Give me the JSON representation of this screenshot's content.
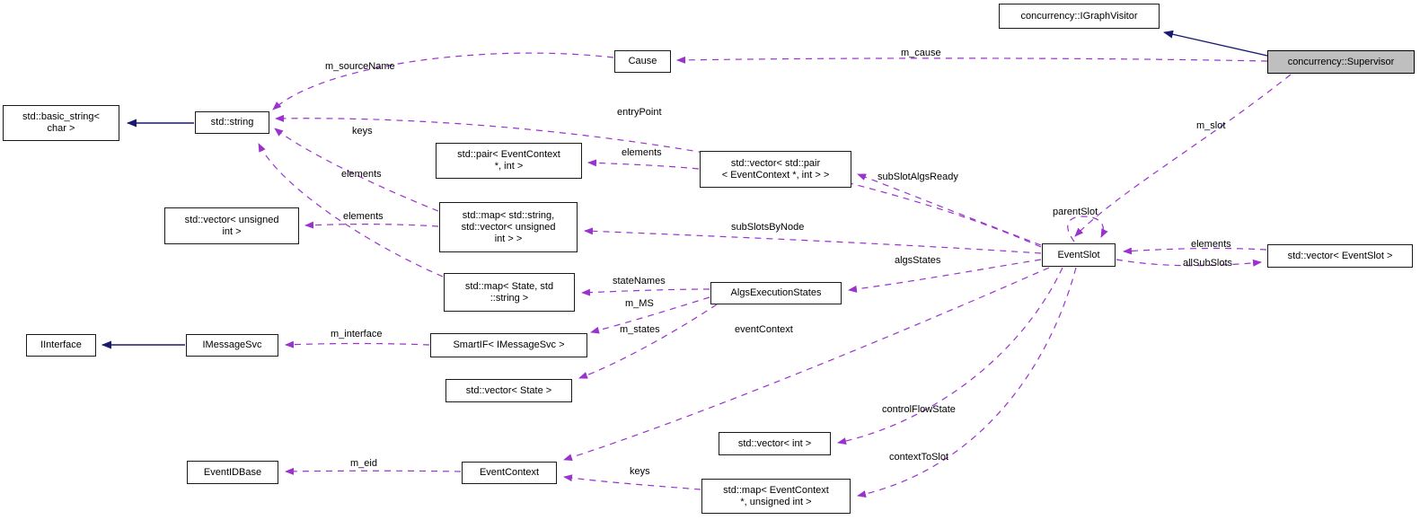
{
  "diagram": {
    "type": "doxygen-collaboration-graph",
    "main_class": "concurrency::Supervisor",
    "colors": {
      "usage_edge": "#9a32cd",
      "inheritance_edge": "#191970",
      "node_border": "#1a1a1a",
      "node_fill": "#ffffff",
      "highlight_node_fill": "#bfbfbf",
      "background": "#ffffff",
      "text": "#000000"
    },
    "nodes": {
      "basic_string": {
        "label": "std::basic_string<\nchar >"
      },
      "std_string": {
        "label": "std::string"
      },
      "cause": {
        "label": "Cause"
      },
      "igraphvisitor": {
        "label": "concurrency::IGraphVisitor"
      },
      "supervisor": {
        "label": "concurrency::Supervisor"
      },
      "pair_eventcontext_int": {
        "label": "std::pair< EventContext\n*, int >"
      },
      "vector_pair": {
        "label": "std::vector< std::pair\n< EventContext *, int > >"
      },
      "map_string_vector": {
        "label": "std::map< std::string,\nstd::vector< unsigned\nint > >"
      },
      "vector_unsigned_int": {
        "label": "std::vector< unsigned\nint >"
      },
      "map_state_string": {
        "label": "std::map< State, std\n::string >"
      },
      "algs_execution_states": {
        "label": "AlgsExecutionStates"
      },
      "iinterface": {
        "label": "IInterface"
      },
      "imessagesvc": {
        "label": "IMessageSvc"
      },
      "smartif": {
        "label": "SmartIF< IMessageSvc >"
      },
      "vector_state": {
        "label": "std::vector< State >"
      },
      "eventslot": {
        "label": "EventSlot"
      },
      "vector_eventslot": {
        "label": "std::vector< EventSlot >"
      },
      "vector_int": {
        "label": "std::vector< int >"
      },
      "eventidbase": {
        "label": "EventIDBase"
      },
      "eventcontext": {
        "label": "EventContext"
      },
      "map_eventcontext_unsigned": {
        "label": "std::map< EventContext\n*, unsigned int >"
      }
    },
    "labels": {
      "m_sourceName": "m_sourceName",
      "m_cause": "m_cause",
      "entryPoint": "entryPoint",
      "keys_string": "keys",
      "elements_pair": "elements",
      "elements_string": "elements",
      "elements_vector_unsigned": "elements",
      "subSlotAlgsReady": "subSlotAlgsReady",
      "subSlotsByNode": "subSlotsByNode",
      "parentSlot": "parentSlot",
      "m_slot": "m_slot",
      "elements_eventslot": "elements",
      "allSubSlots": "allSubSlots",
      "algsStates": "algsStates",
      "stateNames": "stateNames",
      "m_MS": "m_MS",
      "m_states": "m_states",
      "m_interface": "m_interface",
      "eventContext": "eventContext",
      "controlFlowState": "controlFlowState",
      "contextToSlot": "contextToSlot",
      "m_eid": "m_eid",
      "keys_context": "keys"
    },
    "edges": [
      {
        "from": "concurrency::Supervisor",
        "to": "concurrency::IGraphVisitor",
        "style": "solid-inheritance"
      },
      {
        "from": "std::string",
        "to": "std::basic_string< char >",
        "style": "solid-inheritance"
      },
      {
        "from": "IMessageSvc",
        "to": "IInterface",
        "style": "solid-inheritance"
      },
      {
        "from": "concurrency::Supervisor",
        "to": "Cause",
        "label": "m_cause",
        "style": "dashed-usage"
      },
      {
        "from": "Cause",
        "to": "std::string",
        "label": "m_sourceName",
        "style": "dashed-usage"
      },
      {
        "from": "EventSlot",
        "to": "std::string",
        "label": "entryPoint",
        "style": "dashed-usage"
      },
      {
        "from": "std::map< std::string, std::vector< unsigned int > >",
        "to": "std::string",
        "label": "keys",
        "style": "dashed-usage"
      },
      {
        "from": "std::map< State, std::string >",
        "to": "std::string",
        "label": "elements",
        "style": "dashed-usage"
      },
      {
        "from": "std::map< std::string, std::vector< unsigned int > >",
        "to": "std::vector< unsigned int >",
        "label": "elements",
        "style": "dashed-usage"
      },
      {
        "from": "std::vector< std::pair< EventContext *, int > >",
        "to": "std::pair< EventContext *, int >",
        "label": "elements",
        "style": "dashed-usage"
      },
      {
        "from": "EventSlot",
        "to": "std::vector< std::pair< EventContext *, int > >",
        "label": "subSlotAlgsReady",
        "style": "dashed-usage"
      },
      {
        "from": "EventSlot",
        "to": "std::map< std::string, std::vector< unsigned int > >",
        "label": "subSlotsByNode",
        "style": "dashed-usage"
      },
      {
        "from": "EventSlot",
        "to": "AlgsExecutionStates",
        "label": "algsStates",
        "style": "dashed-usage"
      },
      {
        "from": "AlgsExecutionStates",
        "to": "std::map< State, std::string >",
        "label": "stateNames",
        "style": "dashed-usage"
      },
      {
        "from": "AlgsExecutionStates",
        "to": "SmartIF< IMessageSvc >",
        "label": "m_MS",
        "style": "dashed-usage"
      },
      {
        "from": "AlgsExecutionStates",
        "to": "std::vector< State >",
        "label": "m_states",
        "style": "dashed-usage"
      },
      {
        "from": "SmartIF< IMessageSvc >",
        "to": "IMessageSvc",
        "label": "m_interface",
        "style": "dashed-usage"
      },
      {
        "from": "EventSlot",
        "to": "EventContext",
        "label": "eventContext",
        "style": "dashed-usage"
      },
      {
        "from": "EventContext",
        "to": "EventIDBase",
        "label": "m_eid",
        "style": "dashed-usage"
      },
      {
        "from": "std::map< EventContext *, unsigned int >",
        "to": "EventContext",
        "label": "keys",
        "style": "dashed-usage"
      },
      {
        "from": "EventSlot",
        "to": "std::vector< int >",
        "label": "controlFlowState",
        "style": "dashed-usage"
      },
      {
        "from": "EventSlot",
        "to": "std::map< EventContext *, unsigned int >",
        "label": "contextToSlot",
        "style": "dashed-usage"
      },
      {
        "from": "std::vector< EventSlot >",
        "to": "EventSlot",
        "label": "elements",
        "style": "dashed-usage"
      },
      {
        "from": "EventSlot",
        "to": "std::vector< EventSlot >",
        "label": "allSubSlots",
        "style": "dashed-usage"
      },
      {
        "from": "EventSlot",
        "to": "EventSlot",
        "label": "parentSlot",
        "style": "dashed-usage"
      },
      {
        "from": "concurrency::Supervisor",
        "to": "EventSlot",
        "label": "m_slot",
        "style": "dashed-usage"
      }
    ]
  }
}
